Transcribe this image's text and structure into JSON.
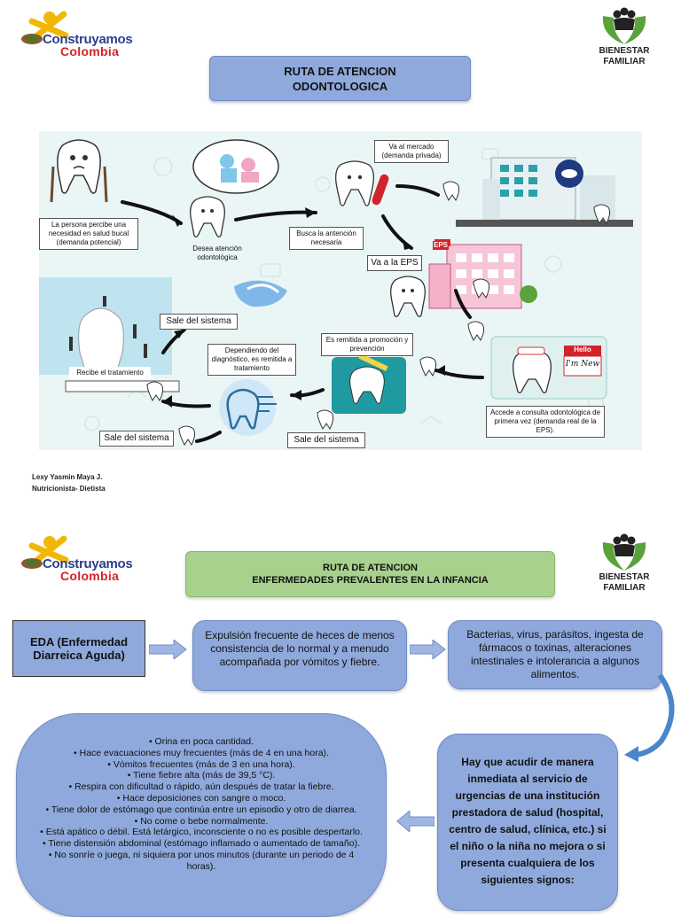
{
  "logos": {
    "construyamos_line1": "Construyamos",
    "construyamos_line2": "Colombia",
    "bienestar_line1": "BIENESTAR",
    "bienestar_line2": "FAMILIAR"
  },
  "section1": {
    "title_line1": "RUTA DE ATENCION",
    "title_line2": "ODONTOLOGICA",
    "labels": {
      "persona_percibe": "La persona percibe una necesidad en salud bucal (demanda potencial)",
      "desea_atencion": "Desea atención odontológica",
      "busca_atencion": "Busca la antención necesaria",
      "va_mercado": "Va al mercado (demanda privada)",
      "va_eps": "Va a la EPS",
      "sale_sistema_1": "Sale del sistema",
      "recibe_tratamiento": "Recibe el tratamiento",
      "dependiendo": "Dependiendo del diagnóstico, es remitida a tratamiento",
      "remitida_promocion": "Es remitida a promoción y prevención",
      "sale_sistema_2": "Sale del sistema",
      "sale_sistema_3": "Sale del sistema",
      "accede_consulta": "Accede a consulta odontológica de primera vez (demanda real de la EPS).",
      "hello": "Hello",
      "im_new": "I'm New",
      "eps_sign": "EPS"
    },
    "author_name": "Lexy Yasmin Maya J.",
    "author_role": "Nutricionista- Dietista"
  },
  "section2": {
    "title_line1": "RUTA DE ATENCION",
    "title_line2": "ENFERMEDADES PREVALENTES EN LA INFANCIA",
    "eda_label": "EDA (Enfermedad Diarreica Aguda)",
    "definition": "Expulsión frecuente de heces de menos consistencia de lo normal y a menudo acompañada por vómitos y fiebre.",
    "causes": "Bacterias, virus, parásitos, ingesta de fármacos o toxinas, alteraciones intestinales e intolerancia a algunos alimentos.",
    "urgency": "Hay que acudir de manera inmediata al servicio de urgencias de una institución prestadora de salud (hospital, centro de salud, clínica, etc.) si el niño o la niña no mejora o si presenta cualquiera de los siguientes signos:",
    "signs": [
      "Orina en poca cantidad.",
      "Hace evacuaciones muy frecuentes (más de 4 en una hora).",
      "Vómitos frecuentes (más de 3 en una hora).",
      "Tiene fiebre alta (más de 39,5 °C).",
      "Respira con dificultad o rápido, aún después de tratar la fiebre.",
      "Hace deposiciones con sangre o moco.",
      "Tiene dolor de estómago que continúa entre un episodio y otro de diarrea.",
      "No come o bebe normalmente.",
      "Está apático o débil. Está letárgico, inconsciente o no es posible despertarlo.",
      "Tiene distensión abdominal (estómago inflamado o aumentado de tamaño).",
      "No sonríe o juega, ni siquiera por unos minutos (durante un periodo de 4 horas)."
    ]
  }
}
